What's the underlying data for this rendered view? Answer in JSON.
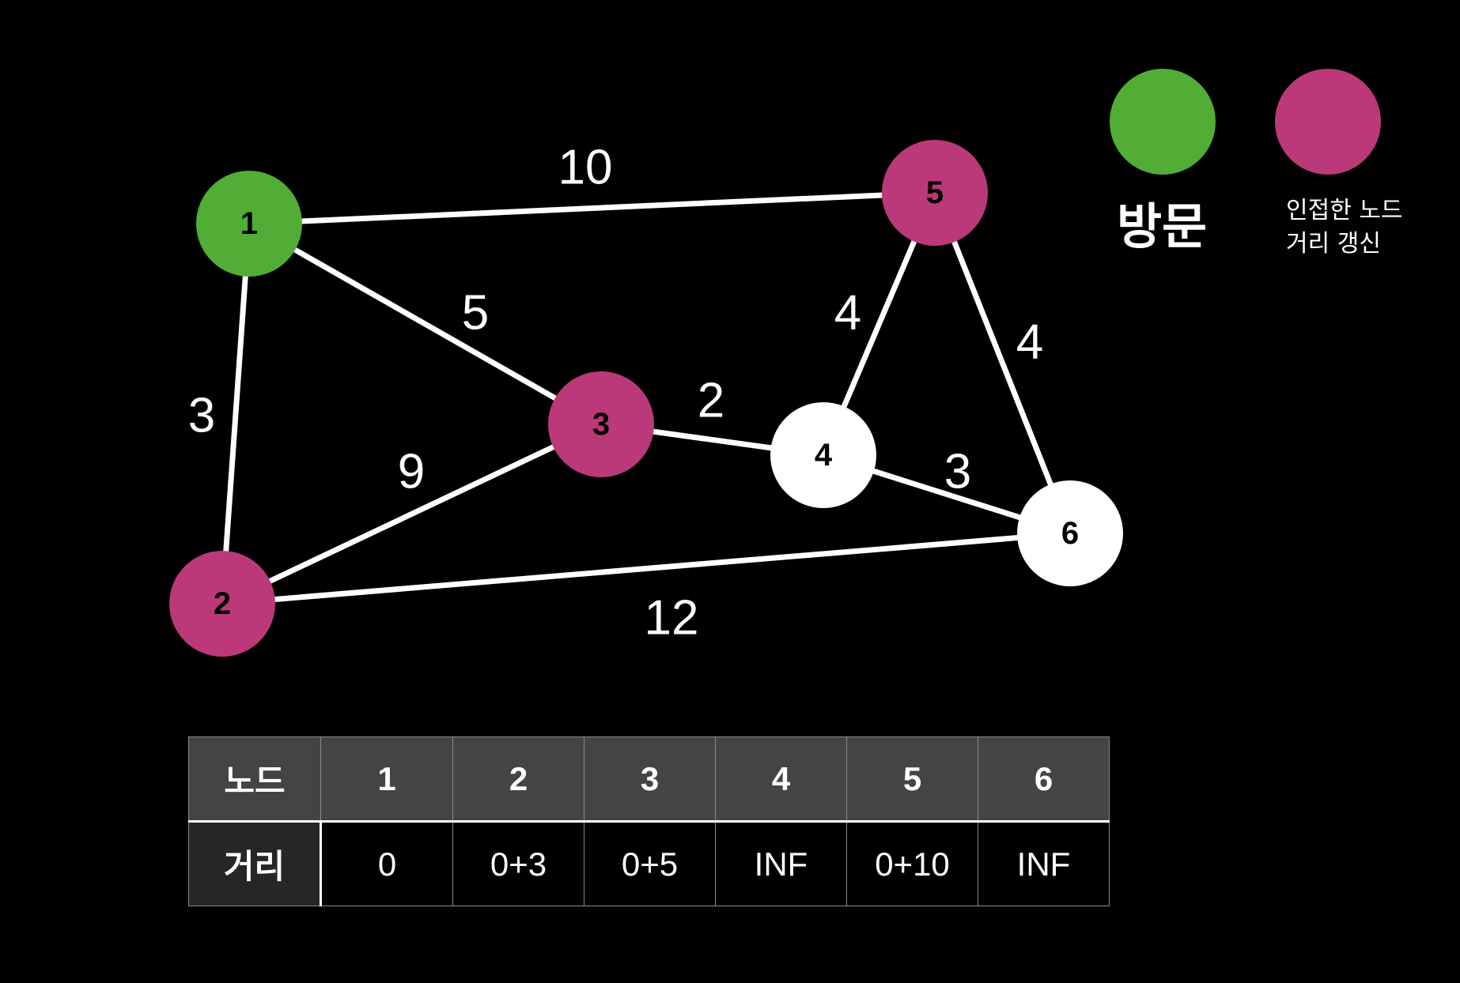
{
  "colors": {
    "visited": "#51ad36",
    "updated": "#bb3978",
    "default": "#ffffff",
    "background": "#000000"
  },
  "nodes": [
    {
      "id": "1",
      "label": "1",
      "state": "visited"
    },
    {
      "id": "2",
      "label": "2",
      "state": "updated"
    },
    {
      "id": "3",
      "label": "3",
      "state": "updated"
    },
    {
      "id": "4",
      "label": "4",
      "state": "default"
    },
    {
      "id": "5",
      "label": "5",
      "state": "updated"
    },
    {
      "id": "6",
      "label": "6",
      "state": "default"
    }
  ],
  "edges": [
    {
      "from": "1",
      "to": "5",
      "weight": "10"
    },
    {
      "from": "1",
      "to": "3",
      "weight": "5"
    },
    {
      "from": "1",
      "to": "2",
      "weight": "3"
    },
    {
      "from": "2",
      "to": "3",
      "weight": "9"
    },
    {
      "from": "3",
      "to": "4",
      "weight": "2"
    },
    {
      "from": "5",
      "to": "4",
      "weight": "4"
    },
    {
      "from": "5",
      "to": "6",
      "weight": "4"
    },
    {
      "from": "4",
      "to": "6",
      "weight": "3"
    },
    {
      "from": "2",
      "to": "6",
      "weight": "12"
    }
  ],
  "legend": {
    "visited_label": "방문",
    "updated_line1": "인접한 노드",
    "updated_line2": "거리 갱신"
  },
  "table": {
    "header_label": "노드",
    "row_label": "거리",
    "node_ids": [
      "1",
      "2",
      "3",
      "4",
      "5",
      "6"
    ],
    "distances": [
      "0",
      "0+3",
      "0+5",
      "INF",
      "0+10",
      "INF"
    ]
  }
}
